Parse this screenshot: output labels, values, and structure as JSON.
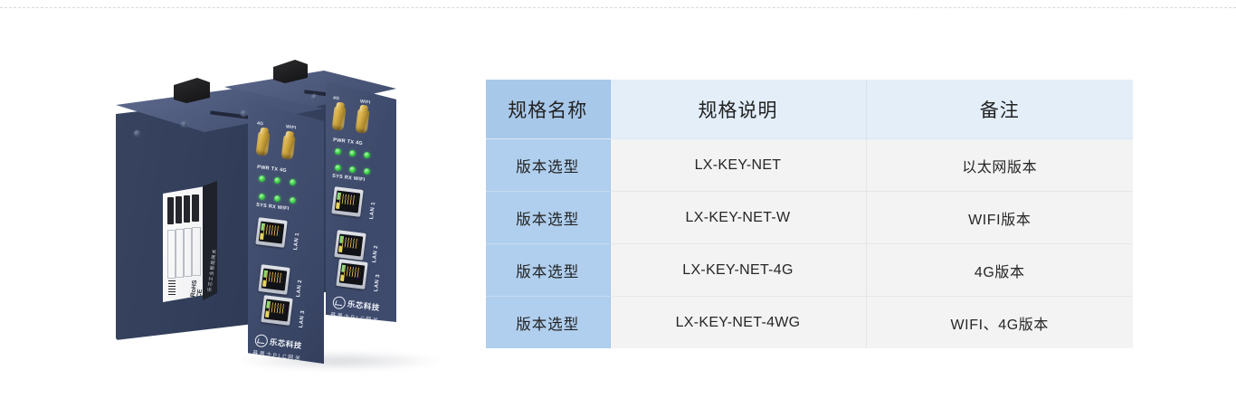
{
  "table": {
    "headers": [
      "规格名称",
      "规格说明",
      "备注"
    ],
    "rows": [
      {
        "name": "版本选型",
        "spec": "LX-KEY-NET",
        "note": "以太网版本"
      },
      {
        "name": "版本选型",
        "spec": "LX-KEY-NET-W",
        "note": "WIFI版本"
      },
      {
        "name": "版本选型",
        "spec": "LX-KEY-NET-4G",
        "note": "4G版本"
      },
      {
        "name": "版本选型",
        "spec": "LX-KEY-NET-4WG",
        "note": "WIFI、4G版本"
      }
    ],
    "colors": {
      "header_key_bg": "#a8c8ea",
      "header_bg": "#e3eef9",
      "cell_key_bg": "#b0cfee",
      "cell_bg": "#f3f3f3",
      "grid": "#e4e6e8",
      "text": "#262626"
    }
  },
  "product": {
    "front_device": {
      "antenna_labels": [
        "4G",
        "WIFI"
      ],
      "led_labels_top": "PWR  TX  4G",
      "led_labels_bottom": "SYS  RX  WIFI",
      "ports": [
        "LAN 1",
        "LAN 2",
        "LAN 3"
      ],
      "brand_name": "乐芯科技",
      "brand_sub": "基恩士PLC网关",
      "certification": "RoHS   CE"
    },
    "back_device": {
      "antenna_labels": [
        "4G",
        "WIFI"
      ],
      "led_labels_top": "PWR  TX  4G",
      "led_labels_bottom": "SYS  RX  WIFI",
      "ports": [
        "LAN 1",
        "LAN 2",
        "LAN 3"
      ],
      "brand_name": "乐芯科技",
      "brand_sub": "基恩士PLC网关"
    },
    "colors": {
      "chassis": "#3a4661",
      "chassis_top": "#4b5777",
      "led_green": "#41d24a",
      "antenna_gold": "#d6ae47"
    }
  }
}
